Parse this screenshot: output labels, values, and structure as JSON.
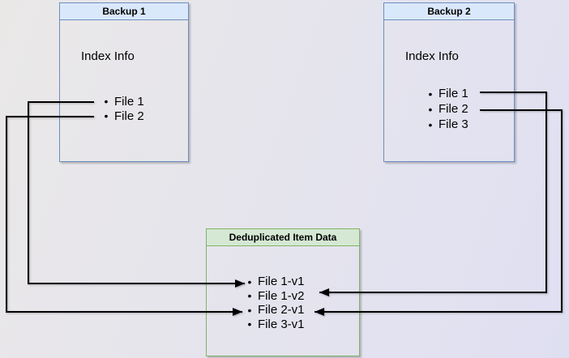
{
  "backup1": {
    "title": "Backup 1",
    "index_label": "Index Info",
    "files": [
      "File 1",
      "File 2"
    ]
  },
  "backup2": {
    "title": "Backup 2",
    "index_label": "Index Info",
    "files": [
      "File 1",
      "File 2",
      "File 3"
    ]
  },
  "dedup_store": {
    "title": "Deduplicated Item Data",
    "items": [
      "File 1-v1",
      "File 1-v2",
      "File 2-v1",
      "File 3-v1"
    ]
  },
  "icons": {
    "bullet": "•"
  },
  "connections": [
    {
      "from": "Backup 1 / File 1",
      "to": "File 1-v1"
    },
    {
      "from": "Backup 1 / File 2",
      "to": "File 2-v1"
    },
    {
      "from": "Backup 2 / File 1",
      "to": "File 1-v2"
    },
    {
      "from": "Backup 2 / File 2",
      "to": "File 2-v1"
    }
  ],
  "colors": {
    "backup_header_fill": "#dae8fc",
    "backup_border": "#6c8ebf",
    "dedup_header_fill": "#d5e8d4",
    "dedup_border": "#82b366",
    "connector": "#000000"
  }
}
